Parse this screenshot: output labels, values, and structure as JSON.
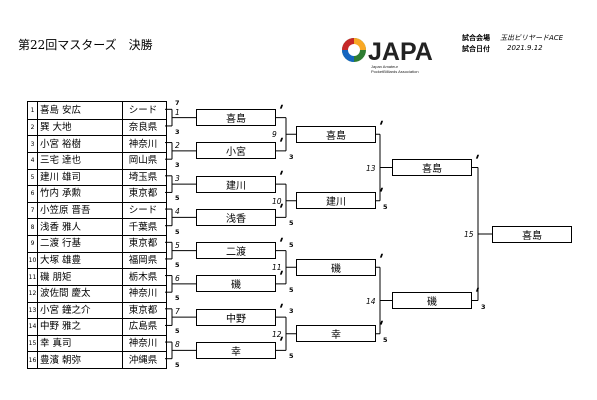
{
  "title": "第22回マスターズ　決勝",
  "logo": {
    "letters": "JAPA",
    "tagline_1": "Japan Amateur",
    "tagline_2": "PocketBilliards Association"
  },
  "venue": {
    "venue_label": "試合会場",
    "venue_value": "玉出ビリヤードACE",
    "date_label": "試合日付",
    "date_value": "2021.9.12"
  },
  "players": [
    {
      "num": "1",
      "name": "喜島 安広",
      "pref": "シード"
    },
    {
      "num": "2",
      "name": "巽 大地",
      "pref": "奈良県"
    },
    {
      "num": "3",
      "name": "小宮 裕樹",
      "pref": "神奈川"
    },
    {
      "num": "4",
      "name": "三宅 達也",
      "pref": "岡山県"
    },
    {
      "num": "5",
      "name": "建川 雄司",
      "pref": "埼玉県"
    },
    {
      "num": "6",
      "name": "竹内 承勲",
      "pref": "東京都"
    },
    {
      "num": "7",
      "name": "小笠原 晋吾",
      "pref": "シード"
    },
    {
      "num": "8",
      "name": "浅香 雅人",
      "pref": "千葉県"
    },
    {
      "num": "9",
      "name": "二渡 行基",
      "pref": "東京都"
    },
    {
      "num": "10",
      "name": "大塚 雄豊",
      "pref": "福岡県"
    },
    {
      "num": "11",
      "name": "磯 朋矩",
      "pref": "栃木県"
    },
    {
      "num": "12",
      "name": "波佐間 慶太",
      "pref": "神奈川"
    },
    {
      "num": "13",
      "name": "小宮 鐘之介",
      "pref": "東京都"
    },
    {
      "num": "14",
      "name": "中野 雅之",
      "pref": "広島県"
    },
    {
      "num": "15",
      "name": "幸 真司",
      "pref": "神奈川"
    },
    {
      "num": "16",
      "name": "豊濱 朝弥",
      "pref": "沖縄県"
    }
  ],
  "round1": [
    {
      "match": "1",
      "winner": "喜島",
      "score_top": "7",
      "score_bottom": "3"
    },
    {
      "match": "2",
      "winner": "小宮",
      "score_top": "",
      "score_bottom": "3"
    },
    {
      "match": "3",
      "winner": "建川",
      "score_top": "",
      "score_bottom": "5"
    },
    {
      "match": "4",
      "winner": "浅香",
      "score_top": "",
      "score_bottom": "5"
    },
    {
      "match": "5",
      "winner": "二渡",
      "score_top": "",
      "score_bottom": "5"
    },
    {
      "match": "6",
      "winner": "磯",
      "score_top": "",
      "score_bottom": "5"
    },
    {
      "match": "7",
      "winner": "中野",
      "score_top": "",
      "score_bottom": "5"
    },
    {
      "match": "8",
      "winner": "幸",
      "score_top": "",
      "score_bottom": "5"
    }
  ],
  "round2": [
    {
      "match": "9",
      "winner": "喜島",
      "score_top": "",
      "score_bottom": "3"
    },
    {
      "match": "10",
      "winner": "建川",
      "score_top": "",
      "score_bottom": "5"
    },
    {
      "match": "11",
      "winner": "磯",
      "score_top": "5",
      "score_bottom": "5"
    },
    {
      "match": "12",
      "winner": "幸",
      "score_top": "3",
      "score_bottom": "5"
    }
  ],
  "round3": [
    {
      "match": "13",
      "winner": "喜島",
      "score_bottom": "5"
    },
    {
      "match": "14",
      "winner": "磯",
      "score_bottom": "5"
    }
  ],
  "final": {
    "match": "15",
    "winner": "喜島",
    "score_bottom": "3"
  }
}
